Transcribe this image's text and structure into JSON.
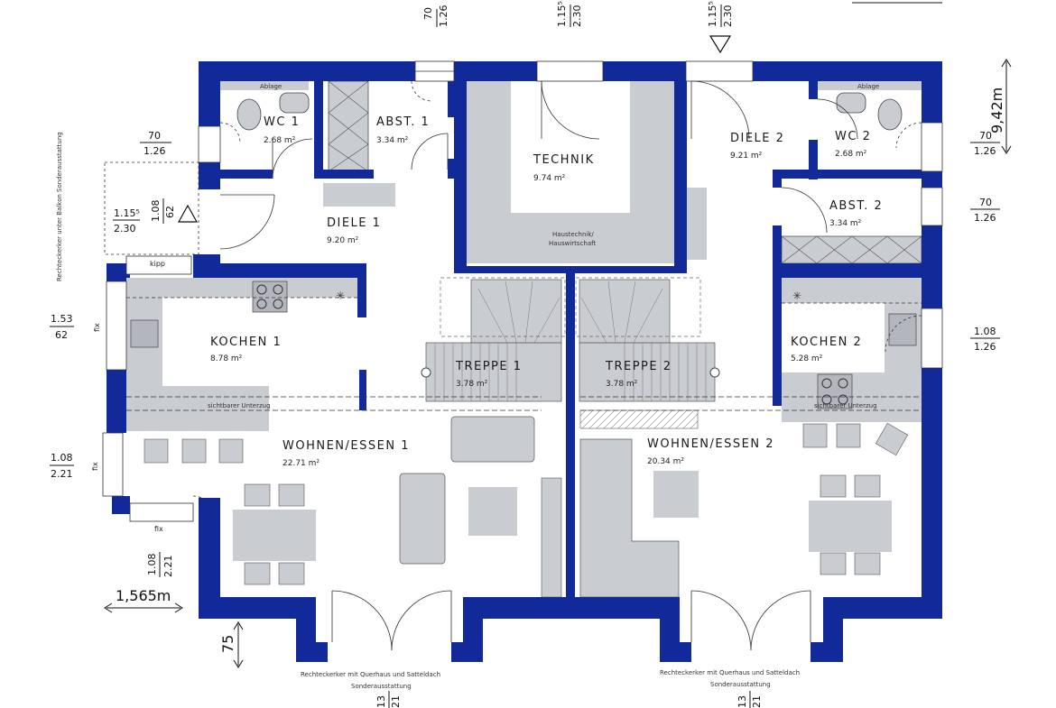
{
  "colors": {
    "wall": "#12299a",
    "fixture": "#c9ccd1",
    "fixture_dark": "#a9adb3",
    "line": "#333333"
  },
  "rooms": {
    "wc1": {
      "label": "WC 1",
      "area": "2.68 m²"
    },
    "abst1": {
      "label": "ABST. 1",
      "area": "3.34 m²"
    },
    "technik": {
      "label": "TECHNIK",
      "area": "9.74 m²"
    },
    "diele2": {
      "label": "DIELE 2",
      "area": "9.21 m²"
    },
    "wc2": {
      "label": "WC 2",
      "area": "2.68 m²"
    },
    "diele1": {
      "label": "DIELE 1",
      "area": "9.20 m²"
    },
    "abst2": {
      "label": "ABST. 2",
      "area": "3.34 m²"
    },
    "kochen1": {
      "label": "KOCHEN 1",
      "area": "8.78 m²"
    },
    "kochen2": {
      "label": "KOCHEN 2",
      "area": "5.28 m²"
    },
    "treppe1": {
      "label": "TREPPE 1",
      "area": "3.78 m²"
    },
    "treppe2": {
      "label": "TREPPE 2",
      "area": "3.78 m²"
    },
    "wohnen1": {
      "label": "WOHNEN/ESSEN 1",
      "area": "22.71 m²"
    },
    "wohnen2": {
      "label": "WOHNEN/ESSEN 2",
      "area": "20.34 m²"
    }
  },
  "annotations": {
    "ablage1": "Ablage",
    "ablage2": "Ablage",
    "haustechnik1": "Haustechnik/",
    "haustechnik2": "Hauswirtschaft",
    "kipp": "kipp",
    "fix_a": "fix",
    "fix_b": "fix",
    "fix_c": "fix",
    "unterzug1": "sichtbarer Unterzug",
    "unterzug2": "sichtbarer Unterzug",
    "balkon": "Rechteckerker unter Balkon Sonderausstattung",
    "erker1_l1": "Rechteckerker mit Querhaus und Satteldach",
    "erker1_l2": "Sonderausstattung",
    "erker2_l1": "Rechteckerker mit Querhaus und Satteldach",
    "erker2_l2": "Sonderausstattung"
  },
  "dimensions": {
    "d_top1_a": "70",
    "d_top1_b": "1.26",
    "d_top2_a": "1.15⁵",
    "d_top2_b": "2.30",
    "d_top3_a": "1.15⁵",
    "d_top3_b": "2.30",
    "d_l1_a": "70",
    "d_l1_b": "1.26",
    "d_l2_a": "1.15⁵",
    "d_l2_b": "2.30",
    "d_l2v_a": "1.08",
    "d_l2v_b": "62",
    "d_l3_a": "1.53",
    "d_l3_b": "62",
    "d_l4_a": "1.08",
    "d_l4_b": "2.21",
    "d_l5_a": "1.08",
    "d_l5_b": "2.21",
    "d_r1_a": "70",
    "d_r1_b": "1.26",
    "d_r2_a": "70",
    "d_r2_b": "1.26",
    "d_r3_a": "1.08",
    "d_r3_b": "1.26",
    "d_b1_a": "13",
    "d_b1_b": "21",
    "d_b2_a": "13",
    "d_b2_b": "21",
    "depth": "9,42m",
    "width_left": "1,565m",
    "v75": "75"
  }
}
